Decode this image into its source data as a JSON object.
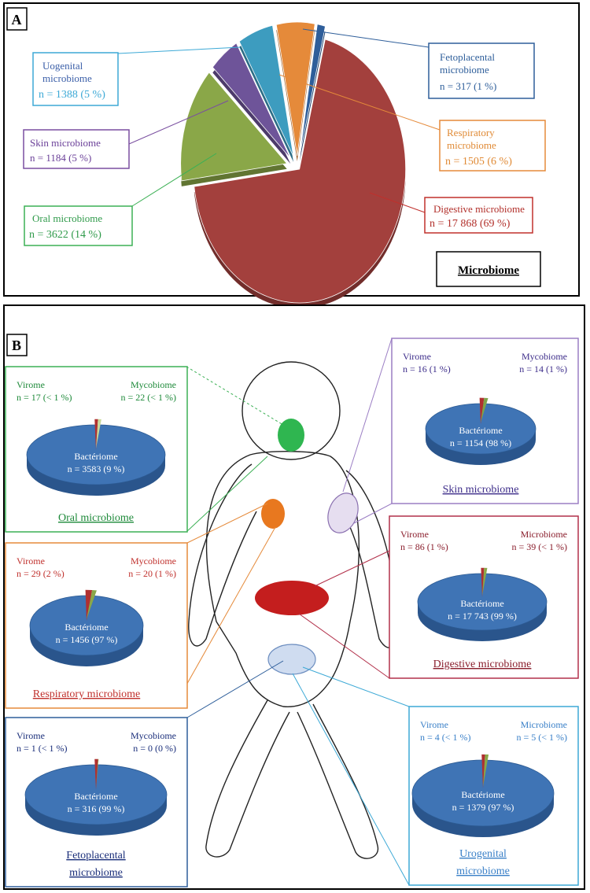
{
  "panel_a": {
    "letter": "A",
    "box_title": "Microbiome",
    "labels": {
      "urogenital": {
        "line1": "Uogenital",
        "line2": "microbiome",
        "count": "n = 1388 (5 %)"
      },
      "skin": {
        "line1": "Skin microbiome",
        "count": "n = 1184 (5 %)"
      },
      "oral": {
        "line1": "Oral microbiome",
        "count": "n = 3622 (14 %)"
      },
      "fetoplacental": {
        "line1": "Fetoplacental",
        "line2": "microbiome",
        "count": "n = 317 (1 %)"
      },
      "respiratory": {
        "line1": "Respiratory",
        "line2": "microbiome",
        "count": "n = 1505 (6 %)"
      },
      "digestive": {
        "line1": "Digestive microbiome",
        "count": "n = 17 868 (69 %)"
      }
    }
  },
  "panel_b": {
    "letter": "B",
    "panels": {
      "oral": {
        "title": "Oral microbiome",
        "virome_label": "Virome",
        "virome_count": "n = 17 (< 1 %)",
        "myco_label": "Mycobiome",
        "myco_count": "n = 22 (< 1 %)",
        "bact_label": "Bactériome",
        "bact_count": "n = 3583 (9 %)"
      },
      "skin": {
        "title": "Skin microbiome",
        "virome_label": "Virome",
        "virome_count": "n = 16 (1 %)",
        "myco_label": "Mycobiome",
        "myco_count": "n = 14 (1 %)",
        "bact_label": "Bactériome",
        "bact_count": "n = 1154 (98 %)"
      },
      "respiratory": {
        "title": "Respiratory microbiome",
        "virome_label": "Virome",
        "virome_count": "n = 29 (2 %)",
        "myco_label": "Mycobiome",
        "myco_count": "n = 20 (1 %)",
        "bact_label": "Bactériome",
        "bact_count": "n = 1456 (97 %)"
      },
      "digestive": {
        "title": "Digestive microbiome",
        "virome_label": "Virome",
        "virome_count": "n = 86 (1 %)",
        "myco_label": "Microbiome",
        "myco_count": "n = 39 (< 1 %)",
        "bact_label": "Bactériome",
        "bact_count": "n = 17 743 (99 %)"
      },
      "fetoplacental": {
        "title": "Fetoplacental",
        "title2": "microbiome",
        "virome_label": "Virome",
        "virome_count": "n = 1 (< 1 %)",
        "myco_label": "Mycobiome",
        "myco_count": "n = 0 (0 %)",
        "bact_label": "Bactériome",
        "bact_count": "n = 316 (99 %)"
      },
      "urogenital": {
        "title": "Urogenital",
        "title2": "microbiome",
        "virome_label": "Virome",
        "virome_count": "n = 4 (< 1 %)",
        "myco_label": "Microbiome",
        "myco_count": "n = 5 (< 1 %)",
        "bact_label": "Bactériome",
        "bact_count": "n = 1379 (97 %)"
      }
    }
  },
  "colors": {
    "digestive": "#a3403d",
    "oral": "#8aa748",
    "skin": "#6e5499",
    "urogenital": "#3d9cbf",
    "respiratory": "#e58a3a",
    "fetoplacental": "#2e5e9a",
    "bacteriome": "#3f74b5",
    "bacteriome_side": "#2a558c"
  },
  "chart_data": [
    {
      "type": "pie",
      "categories": [
        "Digestive microbiome",
        "Oral microbiome",
        "Skin microbiome",
        "Uogenital microbiome",
        "Respiratory microbiome",
        "Fetoplacental microbiome"
      ],
      "values": [
        17868,
        3622,
        1184,
        1388,
        1505,
        317
      ],
      "percentages": [
        69,
        14,
        5,
        5,
        6,
        1
      ],
      "box_label": "Microbiome",
      "exploded": true
    },
    {
      "type": "pie",
      "title": "Oral microbiome",
      "categories": [
        "Bactériome",
        "Virome",
        "Mycobiome"
      ],
      "values": [
        3583,
        17,
        22
      ],
      "percentages": [
        "9 %",
        "< 1 %",
        "< 1 %"
      ]
    },
    {
      "type": "pie",
      "title": "Skin microbiome",
      "categories": [
        "Bactériome",
        "Virome",
        "Mycobiome"
      ],
      "values": [
        1154,
        16,
        14
      ],
      "percentages": [
        "98 %",
        "1 %",
        "1 %"
      ]
    },
    {
      "type": "pie",
      "title": "Respiratory microbiome",
      "categories": [
        "Bactériome",
        "Virome",
        "Mycobiome"
      ],
      "values": [
        1456,
        29,
        20
      ],
      "percentages": [
        "97 %",
        "2 %",
        "1 %"
      ]
    },
    {
      "type": "pie",
      "title": "Digestive microbiome",
      "categories": [
        "Bactériome",
        "Virome",
        "Microbiome"
      ],
      "values": [
        17743,
        86,
        39
      ],
      "percentages": [
        "99 %",
        "1 %",
        "< 1 %"
      ]
    },
    {
      "type": "pie",
      "title": "Fetoplacental microbiome",
      "categories": [
        "Bactériome",
        "Virome",
        "Mycobiome"
      ],
      "values": [
        316,
        1,
        0
      ],
      "percentages": [
        "99 %",
        "< 1 %",
        "0 %"
      ]
    },
    {
      "type": "pie",
      "title": "Urogenital microbiome",
      "categories": [
        "Bactériome",
        "Virome",
        "Microbiome"
      ],
      "values": [
        1379,
        4,
        5
      ],
      "percentages": [
        "97 %",
        "< 1 %",
        "< 1 %"
      ]
    }
  ]
}
